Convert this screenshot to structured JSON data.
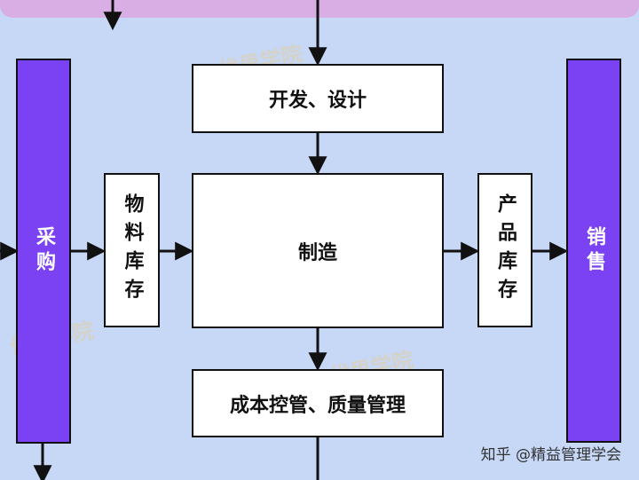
{
  "diagram": {
    "nodes": {
      "purchase": "采购",
      "sales": "销售",
      "design": "开发、设计",
      "manufacturing": "制造",
      "cost_quality": "成本控管、质量管理",
      "material_inventory": "物料库存",
      "product_inventory": "产品库存"
    },
    "edges": [
      [
        "top",
        "design"
      ],
      [
        "design",
        "manufacturing"
      ],
      [
        "manufacturing",
        "cost_quality"
      ],
      [
        "cost_quality",
        "bottom"
      ],
      [
        "purchase",
        "material_inventory"
      ],
      [
        "material_inventory",
        "manufacturing"
      ],
      [
        "manufacturing",
        "product_inventory"
      ],
      [
        "product_inventory",
        "sales"
      ]
    ],
    "colors": {
      "background": "#c6d8f6",
      "top_band": "#d8aee4",
      "bar_fill": "#7a42f2",
      "box_fill": "#ffffff",
      "stroke": "#111111"
    }
  },
  "watermark": {
    "text": "优思学院"
  },
  "credit": "知乎 @精益管理学会"
}
